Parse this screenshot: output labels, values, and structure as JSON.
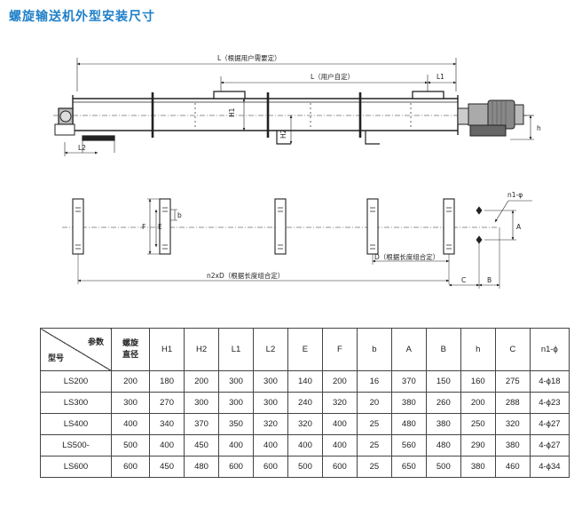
{
  "page_title": "螺旋输送机外型安装尺寸",
  "drawing": {
    "labels": {
      "L_total": "L（根据用户需要定）",
      "L_user": "L（用户自定）",
      "L1": "L1",
      "L2": "L2",
      "H1": "H1",
      "H2": "H2",
      "h": "h",
      "n1phi": "n1-φ",
      "F": "F",
      "E": "E",
      "b": "b",
      "A": "A",
      "D_note": "D（根据长度组合定）",
      "n2xD": "n2xD（根据长度组合定）",
      "C": "C",
      "B": "B"
    }
  },
  "table": {
    "corner": {
      "top_right": "参数",
      "bottom_left": "型号"
    },
    "diameter_header": [
      "螺旋",
      "直径"
    ],
    "columns": [
      "H1",
      "H2",
      "L1",
      "L2",
      "E",
      "F",
      "b",
      "A",
      "B",
      "h",
      "C",
      "n1-ϕ"
    ],
    "rows": [
      {
        "model": "LS200",
        "diameter": "200",
        "cells": [
          "180",
          "200",
          "300",
          "300",
          "140",
          "200",
          "16",
          "370",
          "150",
          "160",
          "275",
          "4-ϕ18"
        ]
      },
      {
        "model": "LS300",
        "diameter": "300",
        "cells": [
          "270",
          "300",
          "300",
          "300",
          "240",
          "320",
          "20",
          "380",
          "260",
          "200",
          "288",
          "4-ϕ23"
        ]
      },
      {
        "model": "LS400",
        "diameter": "400",
        "cells": [
          "340",
          "370",
          "350",
          "320",
          "320",
          "400",
          "25",
          "480",
          "380",
          "250",
          "320",
          "4-ϕ27"
        ]
      },
      {
        "model": "LS500-",
        "diameter": "500",
        "cells": [
          "400",
          "450",
          "400",
          "400",
          "400",
          "400",
          "25",
          "560",
          "480",
          "290",
          "380",
          "4-ϕ27"
        ]
      },
      {
        "model": "LS600",
        "diameter": "600",
        "cells": [
          "450",
          "480",
          "600",
          "600",
          "500",
          "600",
          "25",
          "650",
          "500",
          "380",
          "460",
          "4-ϕ34"
        ]
      }
    ]
  }
}
